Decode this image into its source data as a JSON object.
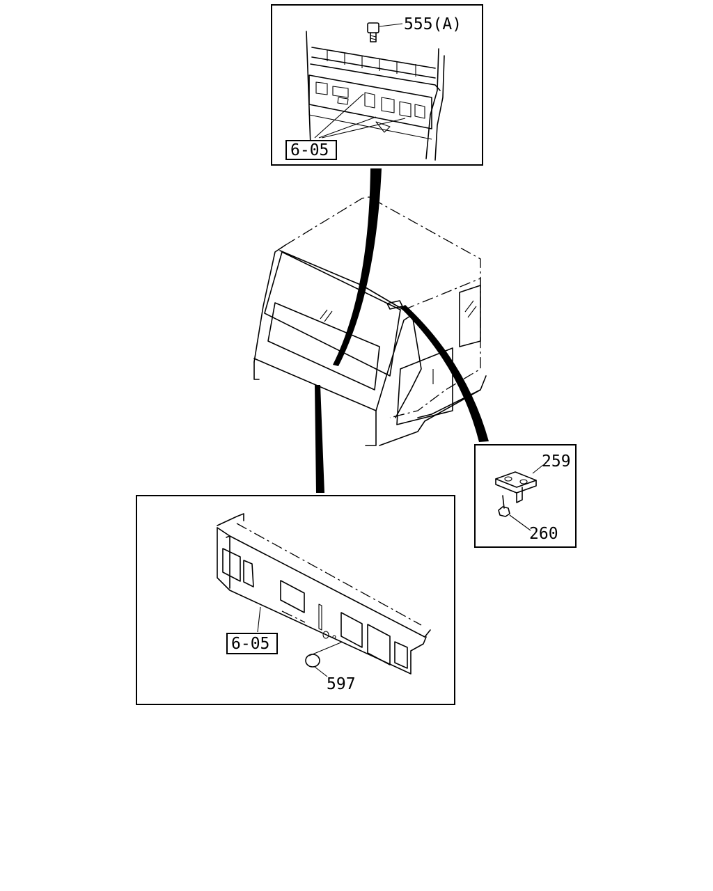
{
  "parts": {
    "bolt_top": "555(A)",
    "ref_top": "6-05",
    "bracket": "259",
    "screw": "260",
    "ref_bottom": "6-05",
    "plug": "597"
  }
}
